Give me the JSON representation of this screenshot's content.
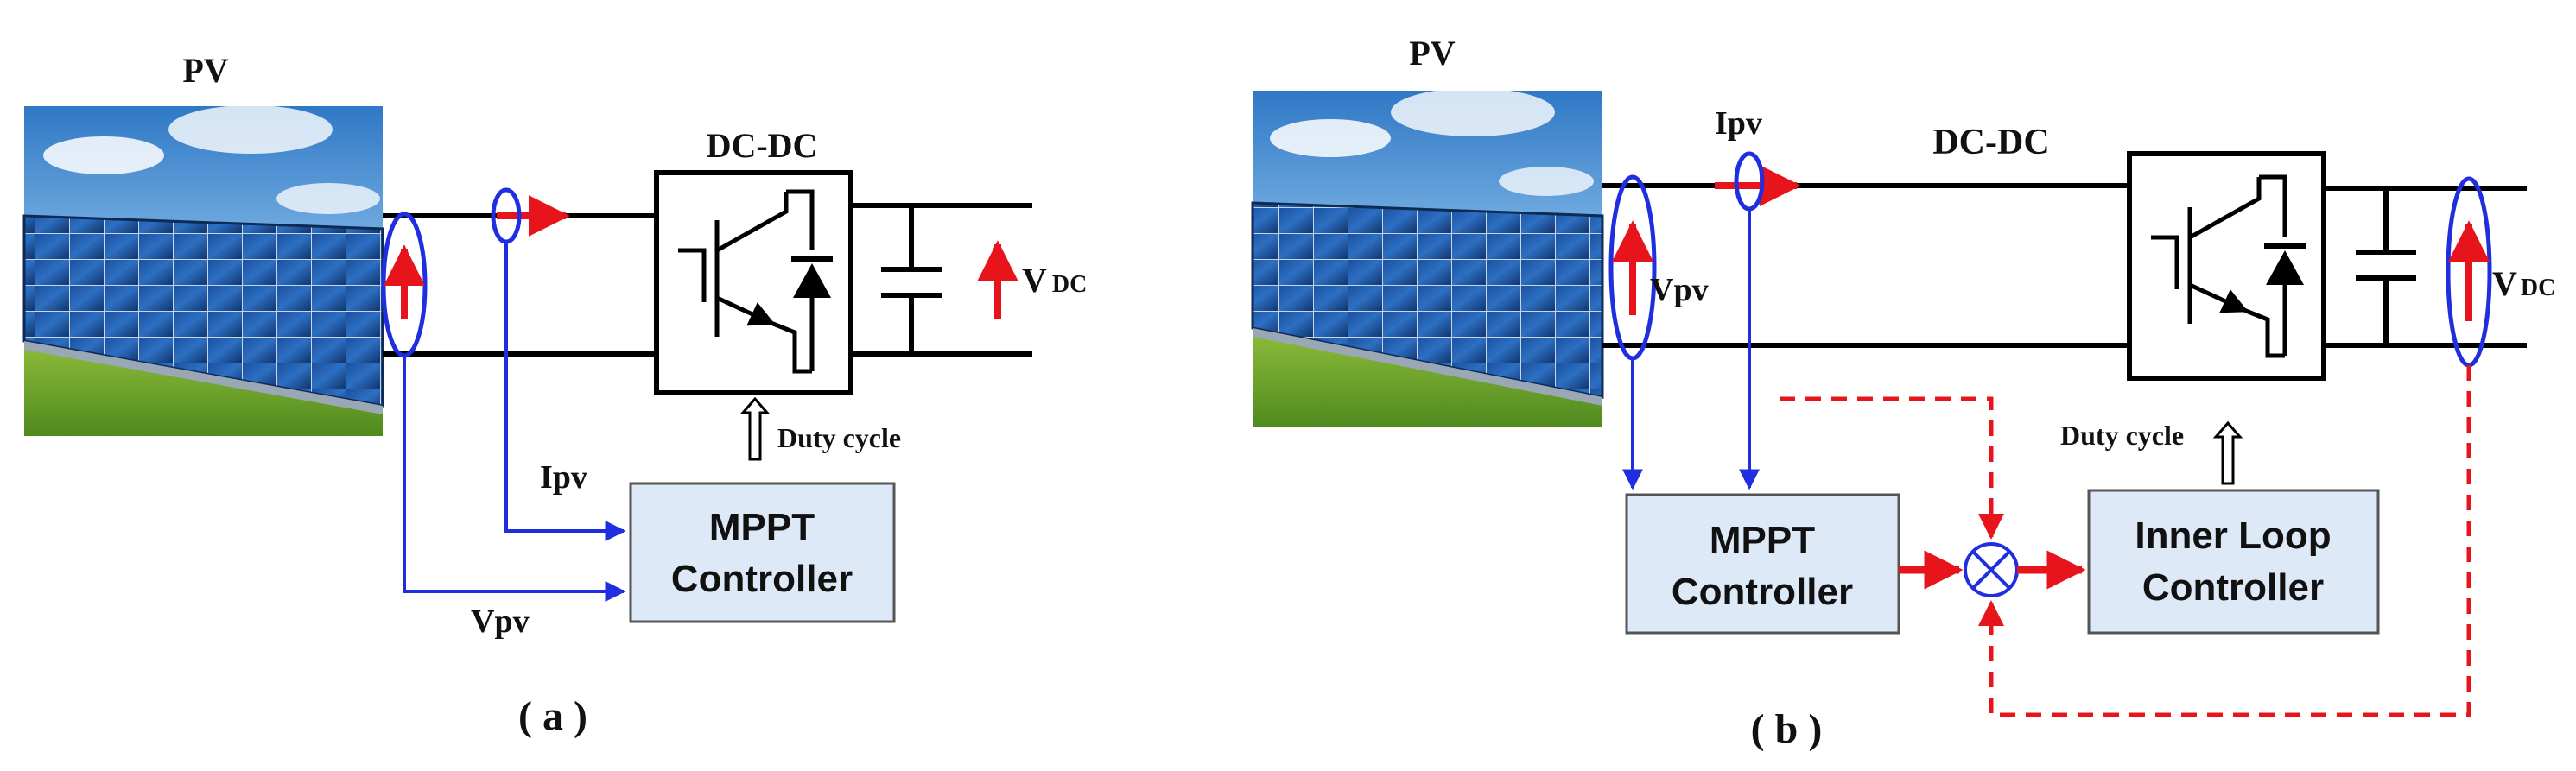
{
  "colors": {
    "wire": "#000000",
    "signal_blue": "#1f2fe0",
    "power_red": "#e8141b",
    "controller_fill": "#dde9f6",
    "controller_border": "#555555"
  },
  "icons": [
    "solar-panel-image",
    "igbt-switch-icon",
    "diode-icon",
    "capacitor-icon",
    "summing-junction-icon",
    "hollow-arrow-icon"
  ],
  "panel_a": {
    "pv_label": "PV",
    "converter_label": "DC-DC",
    "vdc_main": "V",
    "vdc_sub": "DC",
    "ipv_label": "Ipv",
    "vpv_label": "Vpv",
    "duty_label": "Duty cycle",
    "mppt_line1": "MPPT",
    "mppt_line2": "Controller",
    "caption": "( a )"
  },
  "panel_b": {
    "pv_label": "PV",
    "converter_label": "DC-DC",
    "vdc_main": "V",
    "vdc_sub": "DC",
    "ipv_label": "Ipv",
    "vpv_label": "Vpv",
    "duty_label": "Duty cycle",
    "mppt_line1": "MPPT",
    "mppt_line2": "Controller",
    "inner_line1": "Inner Loop",
    "inner_line2": "Controller",
    "caption": "( b )"
  }
}
